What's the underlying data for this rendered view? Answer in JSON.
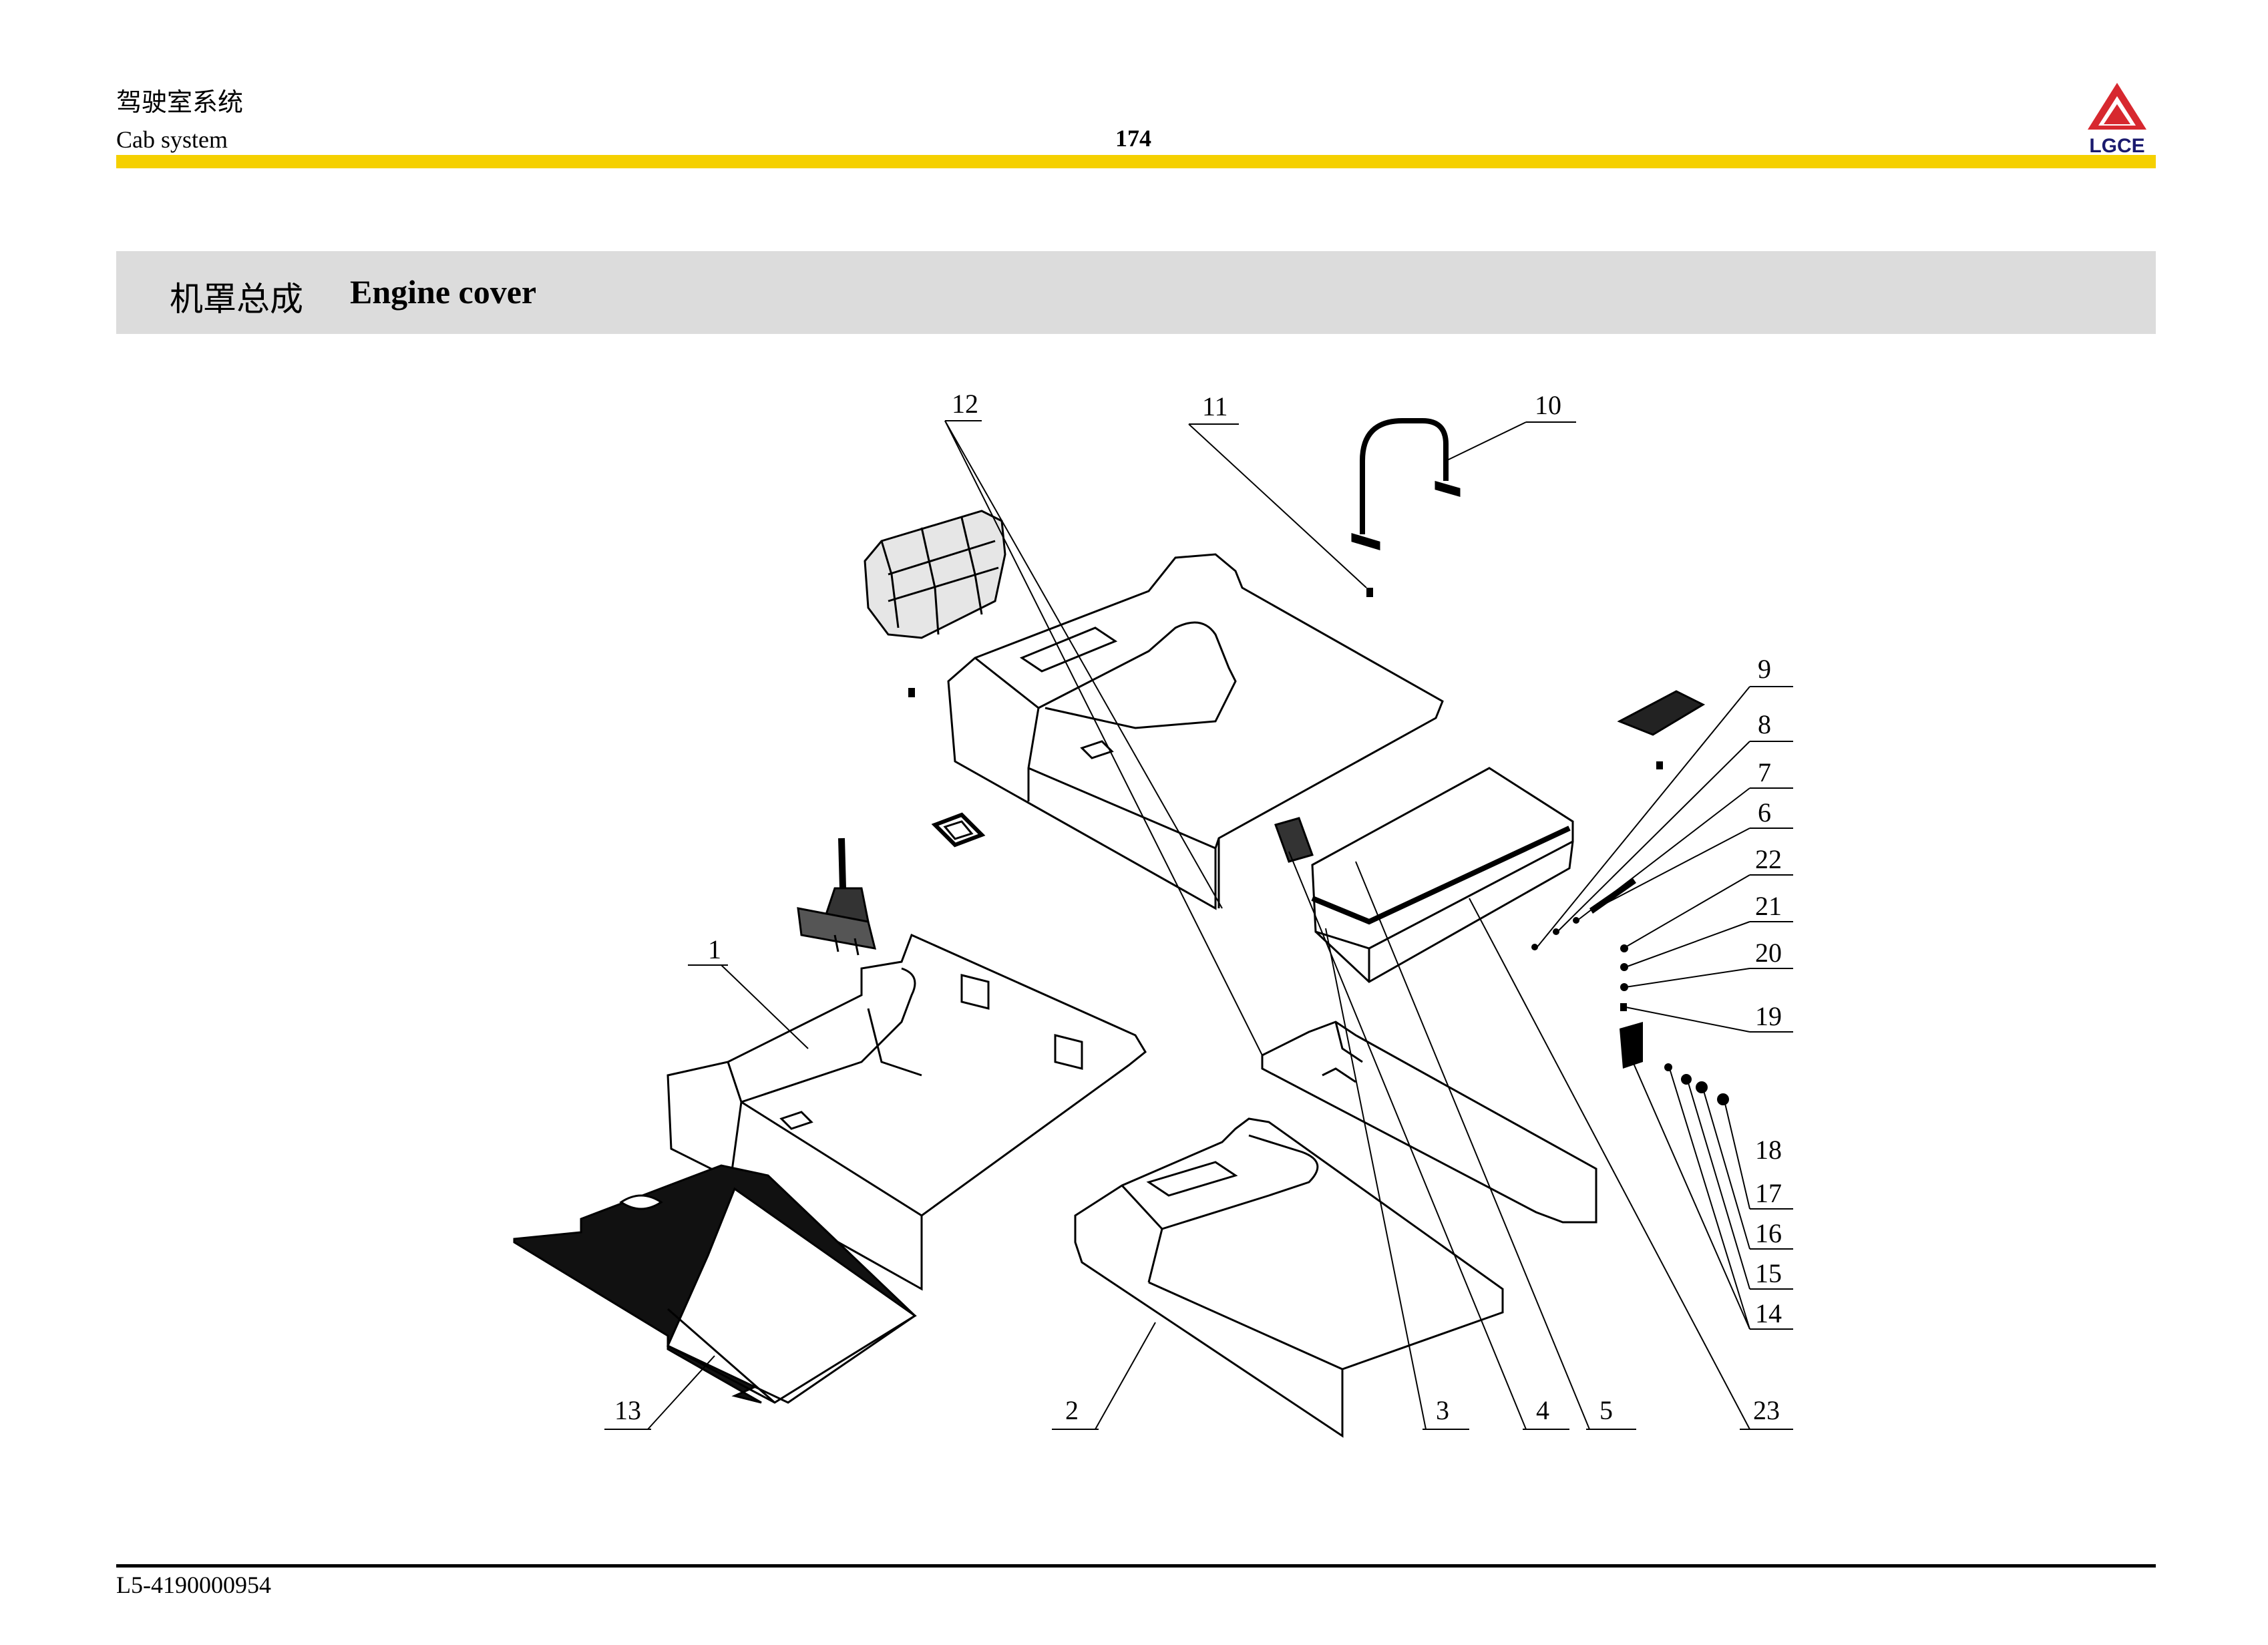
{
  "header": {
    "section_cn": "驾驶室系统",
    "section_en": "Cab system",
    "page_number": "174",
    "logo_text": "LGCE"
  },
  "title": {
    "cn": "机罩总成",
    "en": "Engine cover"
  },
  "callouts": [
    "1",
    "2",
    "3",
    "4",
    "5",
    "6",
    "7",
    "8",
    "9",
    "10",
    "11",
    "12",
    "13",
    "14",
    "15",
    "16",
    "17",
    "18",
    "19",
    "20",
    "21",
    "22",
    "23"
  ],
  "footer": {
    "doc_code": "L5-4190000954"
  },
  "colors": {
    "header_bar": "#f5d000",
    "title_band": "#dcdcdc",
    "logo_red": "#d7282f"
  }
}
